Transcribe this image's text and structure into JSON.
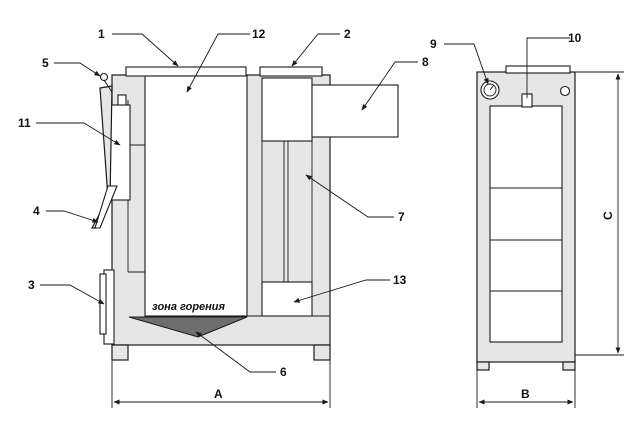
{
  "zone_label": "зона горения",
  "callouts": [
    "1",
    "2",
    "3",
    "4",
    "5",
    "6",
    "7",
    "8",
    "9",
    "10",
    "11",
    "12",
    "13"
  ],
  "dimensions": {
    "width_front": "A",
    "width_side": "B",
    "height": "C"
  },
  "colors": {
    "body": "#e6e6e6",
    "combustion": "#6e6e6e",
    "line": "#1a1a1a"
  }
}
